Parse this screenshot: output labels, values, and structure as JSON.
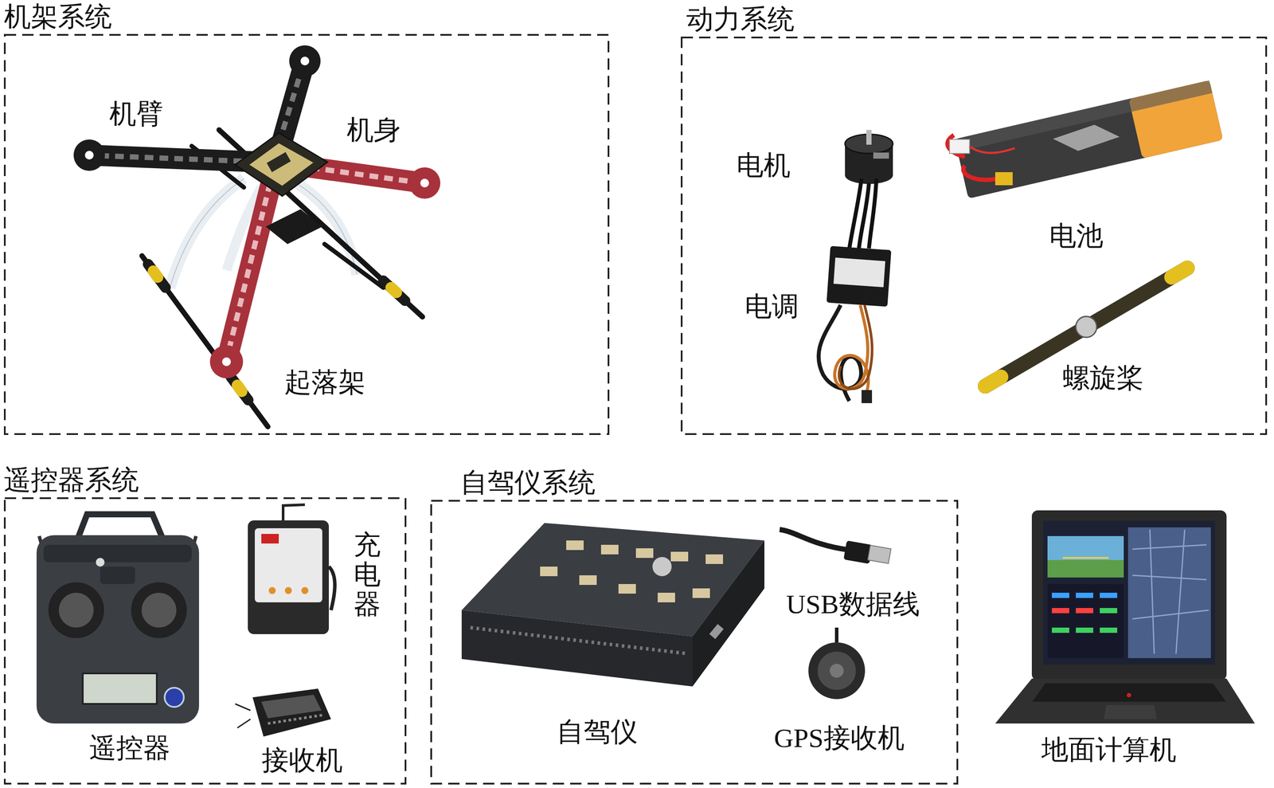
{
  "diagram": {
    "nodes": [
      {
        "text": [
          "机架系统"
        ]
      },
      {
        "text": [
          "动力系统"
        ]
      },
      {
        "text": [
          "遥控器系统"
        ]
      },
      {
        "text": [
          "自驾仪系统"
        ]
      }
    ],
    "labels": [
      "机臂",
      "机身",
      "起落架",
      "电机",
      "电池",
      "电调",
      "螺旋桨",
      "充电器",
      "遥控器",
      "接收机",
      "自驾仪",
      "USB数据线",
      "GPS接收机",
      "地面计算机"
    ]
  }
}
